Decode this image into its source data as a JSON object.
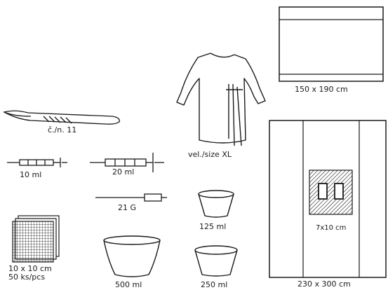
{
  "items": {
    "drape_small": {
      "label": "150 x 190 cm"
    },
    "gown": {
      "label": "vel./size XL"
    },
    "scalpel": {
      "label": "č./n. 11"
    },
    "syringe_10": {
      "label": "10 ml"
    },
    "syringe_20": {
      "label": "20 ml"
    },
    "needle": {
      "label": "21 G"
    },
    "cup_125": {
      "label": "125 ml"
    },
    "gauze": {
      "label_size": "10 x 10 cm",
      "label_count": "50 ks/pcs"
    },
    "bowl_500": {
      "label": "500 ml"
    },
    "cup_250": {
      "label": "250 ml"
    },
    "drape_large": {
      "label": "230 x 300 cm",
      "fenestration_label": "7x10 cm"
    }
  },
  "colors": {
    "ink": "#1a1a1a",
    "paper": "#ffffff"
  }
}
